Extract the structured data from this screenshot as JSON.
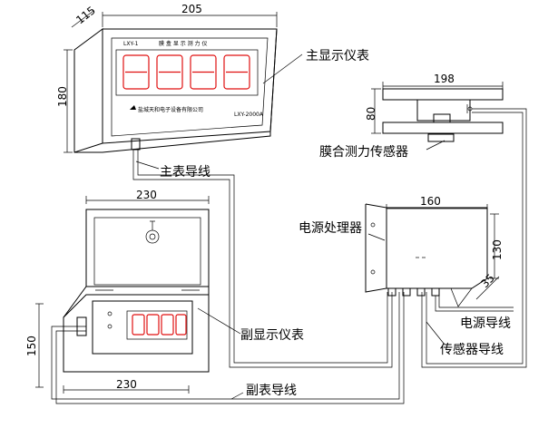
{
  "labels": {
    "main_display": "主显示仪表",
    "membrane_sensor": "膜合测力传感器",
    "main_cable": "主表导线",
    "power_processor": "电源处理器",
    "sub_display": "副显示仪表",
    "power_cable": "电源导线",
    "sensor_cable": "传感器导线",
    "sub_cable": "副表导线"
  },
  "dimensions": {
    "main_width": "205",
    "main_depth": "115",
    "main_height": "180",
    "sensor_width": "198",
    "sensor_height": "80",
    "processor_width": "160",
    "processor_height": "130",
    "processor_depth": "35",
    "sub_top_width": "230",
    "sub_bottom_width": "230",
    "sub_height": "150"
  },
  "panel_text": {
    "main_model": "LXY-1",
    "main_name": "膜 盒 显 示 测 力 仪",
    "main_company": "盐城天和电子设备有限公司",
    "main_plate": "LXY-2000A"
  },
  "colors": {
    "digit_red": "#e01010",
    "line": "#000000"
  }
}
